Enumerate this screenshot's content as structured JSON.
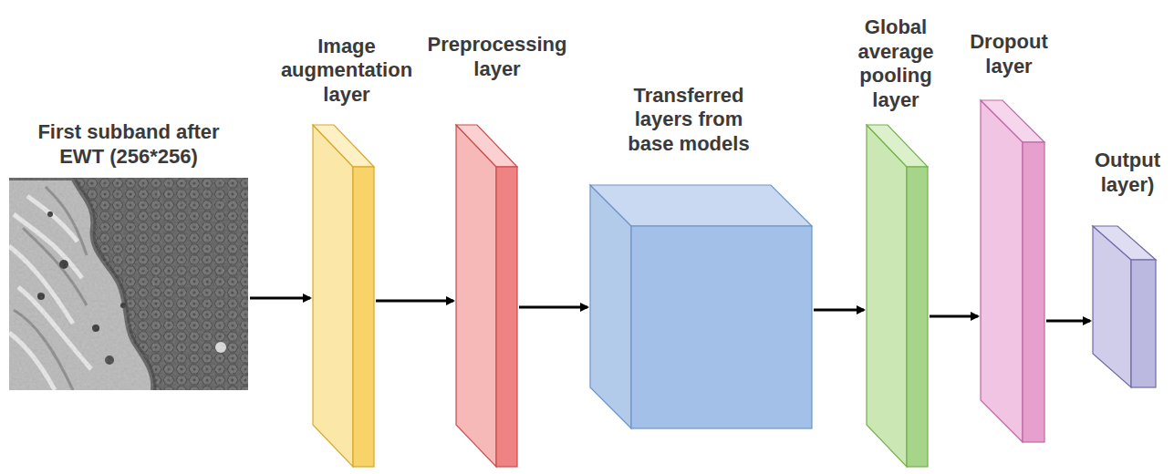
{
  "diagram": {
    "nodes": [
      {
        "text": [
          "First subband after EWT (256*256)"
        ]
      },
      {
        "text": [
          "Image augmentation layer"
        ]
      },
      {
        "text": [
          "Preprocessing layer"
        ]
      },
      {
        "text": [
          "Transferred layers from base models"
        ]
      },
      {
        "text": [
          "Global average pooling layer"
        ]
      },
      {
        "text": [
          "Dropout layer"
        ]
      },
      {
        "text": [
          "Output layer)"
        ]
      }
    ],
    "edges": [
      {
        "from": 0,
        "to": 1,
        "arrow": "to"
      },
      {
        "from": 1,
        "to": 2,
        "arrow": "to"
      },
      {
        "from": 2,
        "to": 3,
        "arrow": "to"
      },
      {
        "from": 3,
        "to": 4,
        "arrow": "to"
      },
      {
        "from": 4,
        "to": 5,
        "arrow": "to"
      },
      {
        "from": 5,
        "to": 6,
        "arrow": "to"
      }
    ]
  }
}
